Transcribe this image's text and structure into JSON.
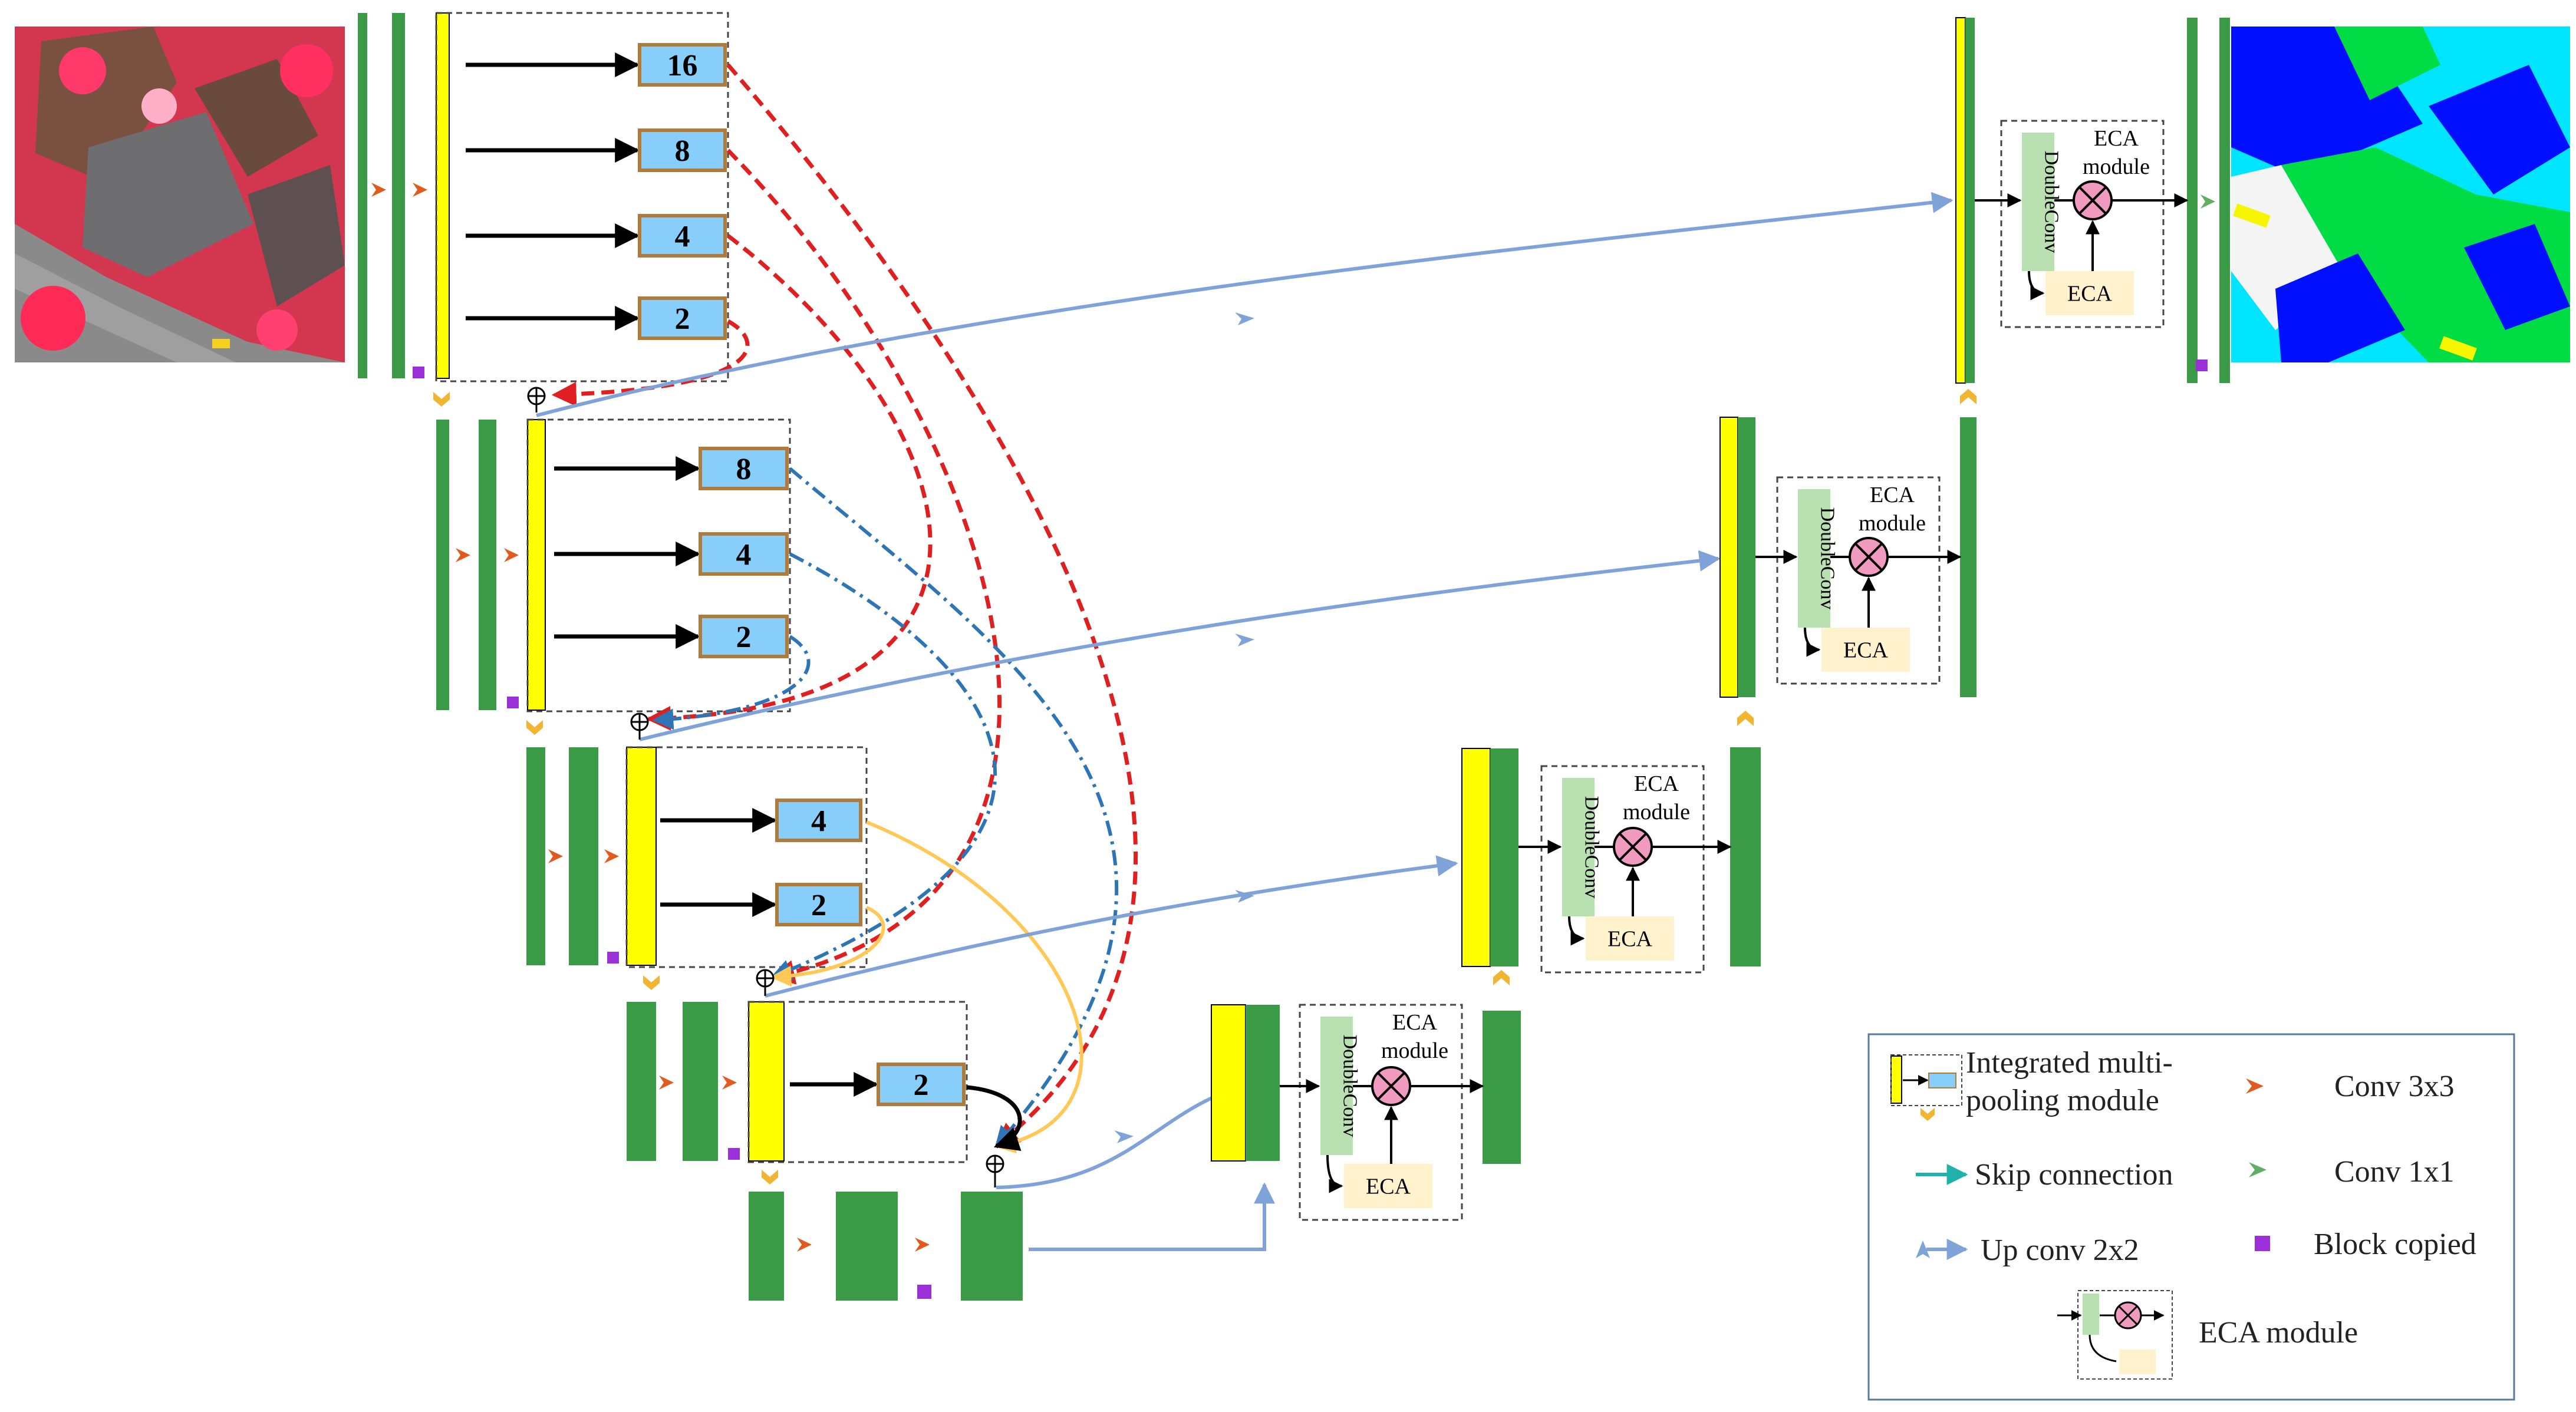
{
  "pooling_levels": [
    [
      "16",
      "8",
      "4",
      "2"
    ],
    [
      "8",
      "4",
      "2"
    ],
    [
      "4",
      "2"
    ],
    [
      "2"
    ]
  ],
  "eca": {
    "block_label": "DoubleConv",
    "module_line1": "ECA",
    "module_line2": "module",
    "eca_label": "ECA"
  },
  "legend": {
    "integrated_line1": "Integrated multi-",
    "integrated_line2": "pooling module",
    "skip": "Skip connection",
    "upconv": "Up conv 2x2",
    "conv3": "Conv 3x3",
    "conv1": "Conv 1x1",
    "block_copied": "Block copied",
    "eca_module": "ECA module"
  },
  "colors": {
    "feature_green": "#3a9a45",
    "pooling_yellow": "#ffff00",
    "pool_box_fill": "#87cefa",
    "pool_box_border": "#b07a3a",
    "conv3x3_arrow": "#e35a20",
    "conv1x1_arrow": "#5fae64",
    "upconv_arrow": "#7fa3d9",
    "skip_arrow": "#20b2aa",
    "block_copied": "#9b30d9",
    "downsample_arrow": "#f2b531",
    "red_dashed": "#e02020",
    "blue_dashdot": "#2e75b6",
    "orange_curve": "#ffc857",
    "eca_pink": "#f09ac0",
    "doubleconv_green": "#b8e0b0",
    "eca_beige": "#fff2cc"
  }
}
